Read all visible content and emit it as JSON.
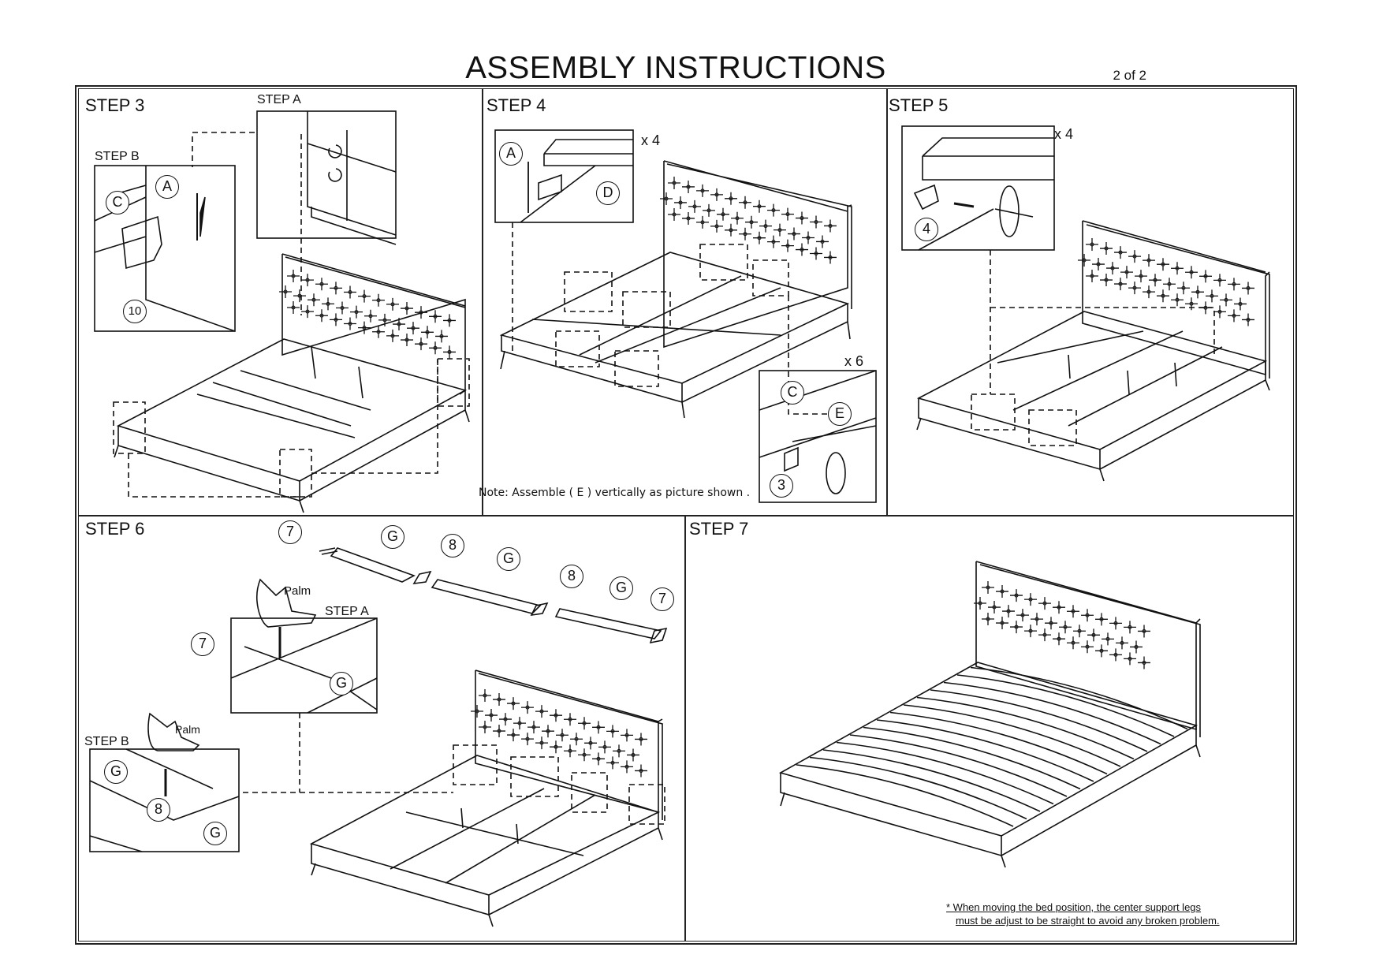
{
  "document": {
    "title": "ASSEMBLY INSTRUCTIONS",
    "page_indicator": "2 of 2"
  },
  "steps": {
    "step3": {
      "label": "STEP 3",
      "sub_a": "STEP A",
      "sub_b": "STEP B",
      "parts": [
        "A",
        "C",
        "10"
      ]
    },
    "step4": {
      "label": "STEP 4",
      "inset1_qty": "x 4",
      "inset1_parts": [
        "A",
        "D"
      ],
      "inset2_qty": "x 6",
      "inset2_parts": [
        "C",
        "E",
        "3"
      ],
      "note": "Note: Assemble ( E ) vertically as picture shown ."
    },
    "step5": {
      "label": "STEP 5",
      "qty": "x 4",
      "parts": [
        "4"
      ]
    },
    "step6": {
      "label": "STEP 6",
      "slat_parts": [
        "7",
        "G",
        "8",
        "G",
        "8",
        "G",
        "7"
      ],
      "sub_a": "STEP A",
      "sub_a_palm": "Palm",
      "sub_a_parts": [
        "7",
        "G"
      ],
      "sub_b": "STEP B",
      "sub_b_palm": "Palm",
      "sub_b_parts": [
        "G",
        "8",
        "G"
      ]
    },
    "step7": {
      "label": "STEP 7",
      "warning_line1": "* When moving the bed position, the center support legs",
      "warning_line2": "must be adjust to be straight to avoid any broken problem."
    }
  },
  "icons": [
    "headboard-illustration",
    "bed-frame-illustration",
    "bracket-icon",
    "screw-icon",
    "screwdriver-icon",
    "rotate-arrow-icon",
    "hand-palm-icon",
    "slat-illustration"
  ]
}
